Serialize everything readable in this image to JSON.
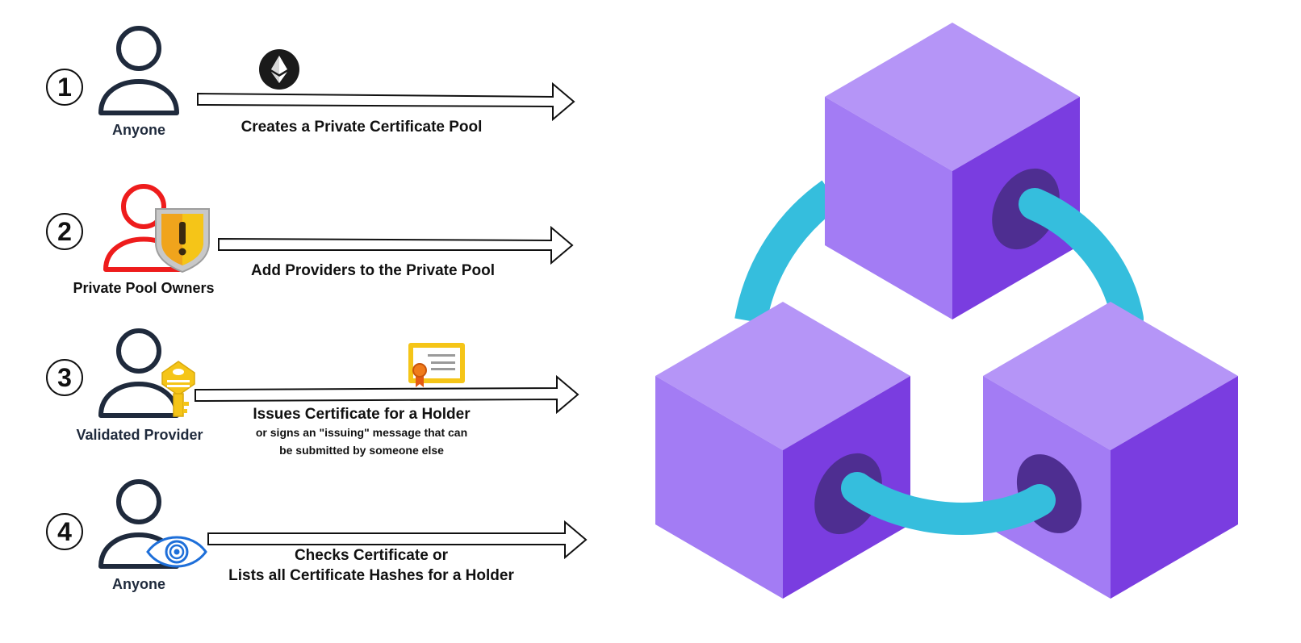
{
  "steps": [
    {
      "number": "1",
      "role": "Anyone",
      "action": "Creates a Private Certificate Pool",
      "icon": "ethereum-icon"
    },
    {
      "number": "2",
      "role": "Private Pool Owners",
      "action": "Add Providers to the Private Pool",
      "icon": "shield-icon"
    },
    {
      "number": "3",
      "role": "Validated Provider",
      "action": "Issues Certificate for a Holder",
      "note_line1": "or signs an \"issuing\" message that can",
      "note_line2": "be submitted by someone else",
      "icon": "certificate-icon"
    },
    {
      "number": "4",
      "role": "Anyone",
      "action_line1": "Checks Certificate or",
      "action_line2": "Lists all Certificate Hashes for a Holder",
      "icon": "eye-icon"
    }
  ],
  "colors": {
    "person_dark": "#1f2a3c",
    "person_owner": "#ee1c1c",
    "cube_top": "#b595f7",
    "cube_left": "#a37cf4",
    "cube_right": "#7a3de0",
    "socket": "#4e2e91",
    "link": "#35bedd",
    "shield": "#f0a41c",
    "key": "#f5c518",
    "eye": "#1e6fd9"
  }
}
